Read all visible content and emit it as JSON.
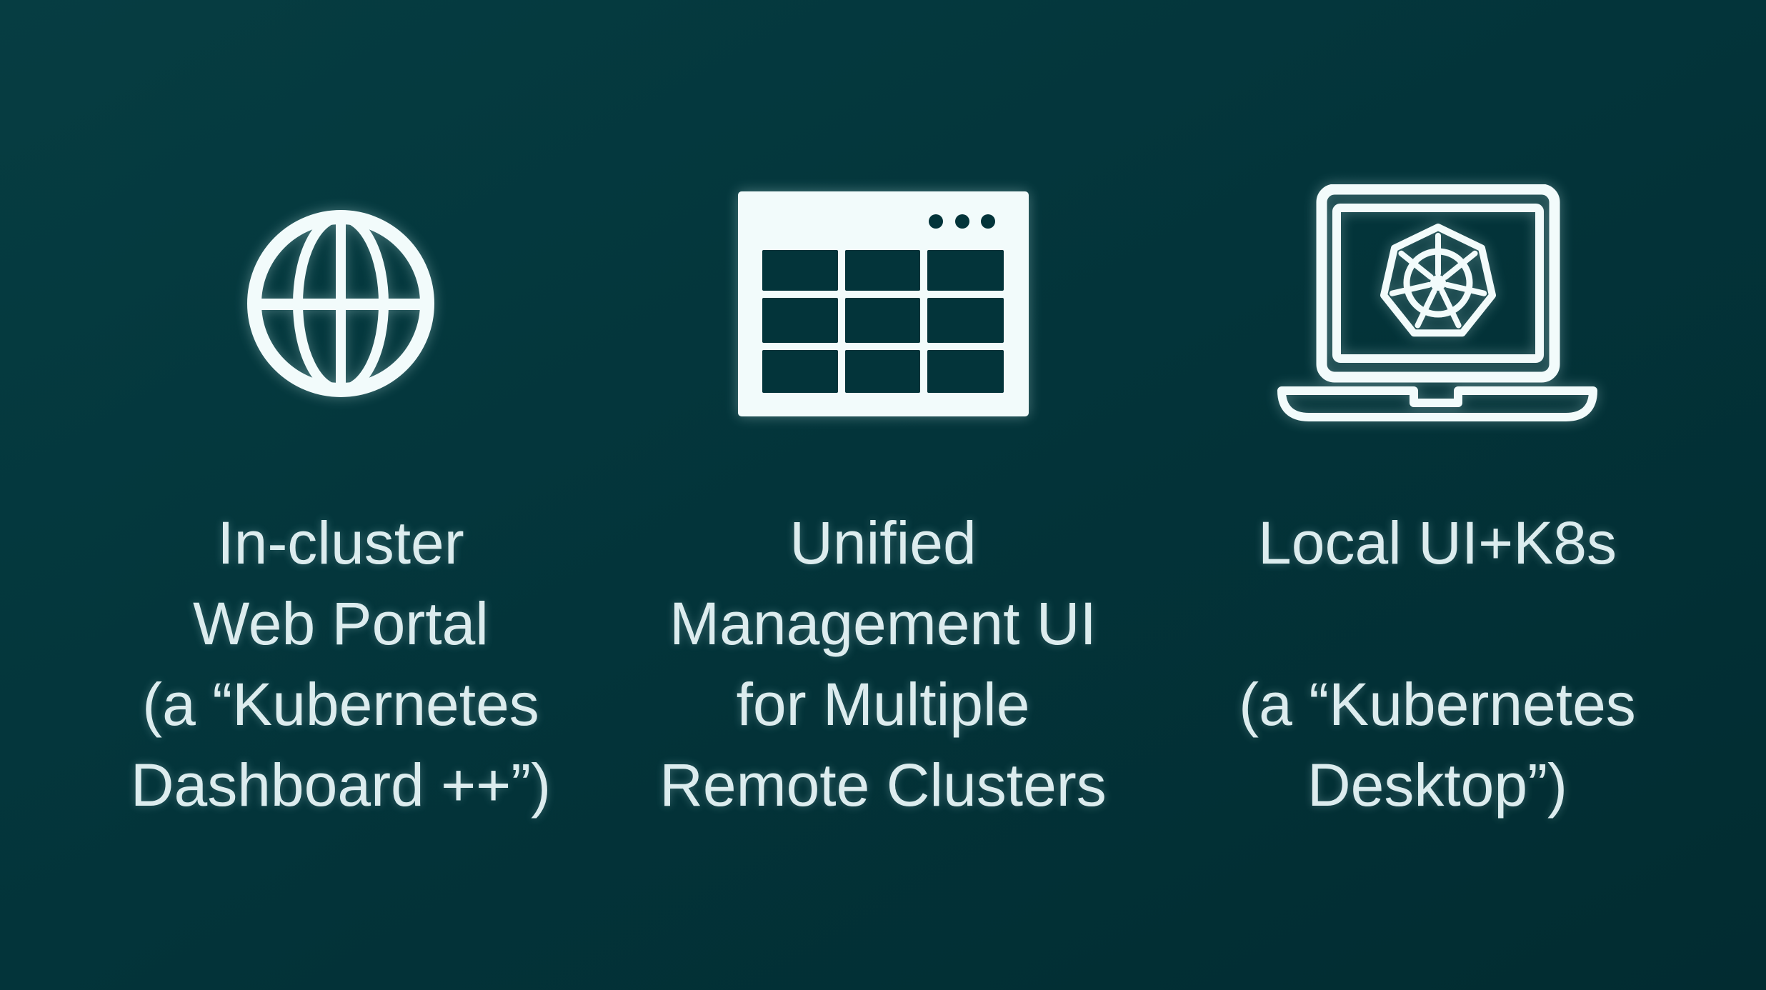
{
  "slide": {
    "colors": {
      "background": "#03343a",
      "background_gradient_light": "#063d42",
      "background_gradient_dark": "#022c31",
      "text": "#dcecee",
      "icon": "#f2fbfb"
    },
    "columns": [
      {
        "icon": "globe-icon",
        "lines": [
          "In-cluster",
          "Web Portal",
          "(a “Kubernetes",
          "Dashboard ++”)"
        ]
      },
      {
        "icon": "table-window-icon",
        "lines": [
          "Unified",
          "Management UI",
          "for Multiple",
          "Remote Clusters"
        ]
      },
      {
        "icon": "laptop-kubernetes-icon",
        "lines": [
          "Local UI+K8s",
          "",
          "(a “Kubernetes",
          "Desktop”)"
        ]
      }
    ]
  }
}
